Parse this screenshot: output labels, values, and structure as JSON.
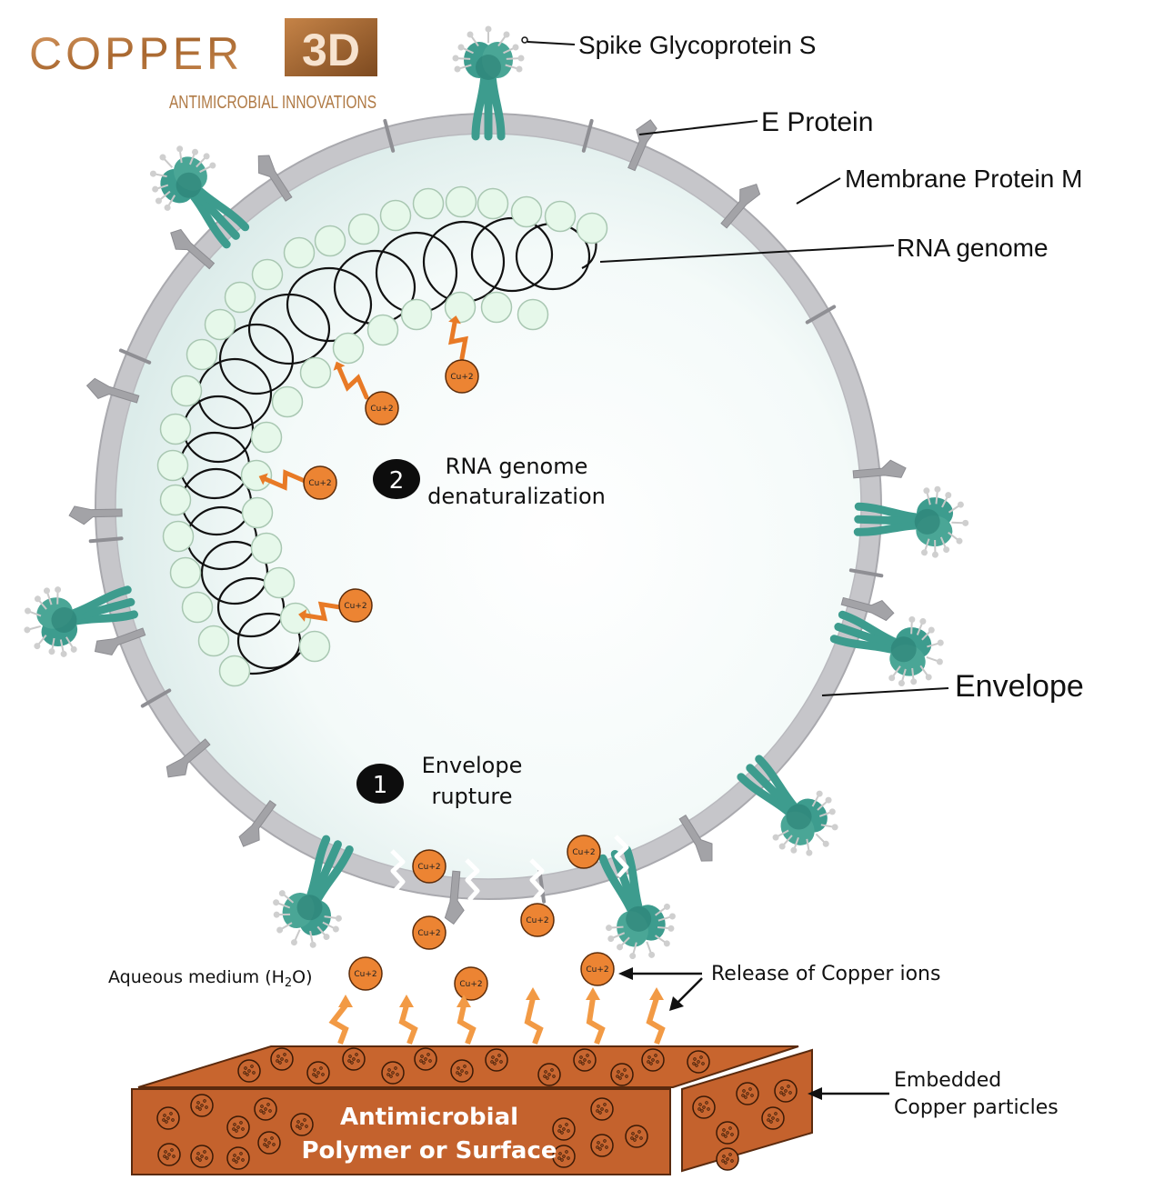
{
  "logo": {
    "word": "COPPER",
    "badge": "3D",
    "tagline": "ANTIMICROBIAL INNOVATIONS",
    "colors": {
      "copper": "#b8793f",
      "copper_dark": "#8a5426",
      "tagline": "#b07a45"
    }
  },
  "labels": {
    "spike": "Spike Glycoprotein S",
    "e_protein": "E Protein",
    "membrane_protein": "Membrane Protein M",
    "rna_genome": "RNA genome",
    "envelope": "Envelope"
  },
  "steps": [
    {
      "number": "1",
      "line1": "Envelope",
      "line2": "rupture"
    },
    {
      "number": "2",
      "line1": "RNA genome",
      "line2": "denaturalization"
    }
  ],
  "ion_label": "Cu+2",
  "medium": {
    "text": "Aqueous medium (H",
    "sub": "2",
    "close": "O)"
  },
  "release_label": "Release of Copper ions",
  "embedded_label": {
    "line1": "Embedded",
    "line2": "Copper particles"
  },
  "surface_label": {
    "line1": "Antimicrobial",
    "line2": "Polymer or Surface"
  },
  "colors": {
    "envelope": "#c7c7cb",
    "envelope_edge": "#9c9ca1",
    "interior": "#eef6f5",
    "spike": "#3d9c8e",
    "spike_dark": "#2a7f73",
    "nucleocapsid": "#e6f8ea",
    "ion": "#ec8433",
    "surface": "#c4622d",
    "surface_dark": "#7a3412"
  },
  "icons": [
    "spike-protein-icon",
    "membrane-protein-icon",
    "copper-ion-icon",
    "lightning-arrow-icon",
    "copper-particle-icon",
    "step-badge-icon"
  ]
}
